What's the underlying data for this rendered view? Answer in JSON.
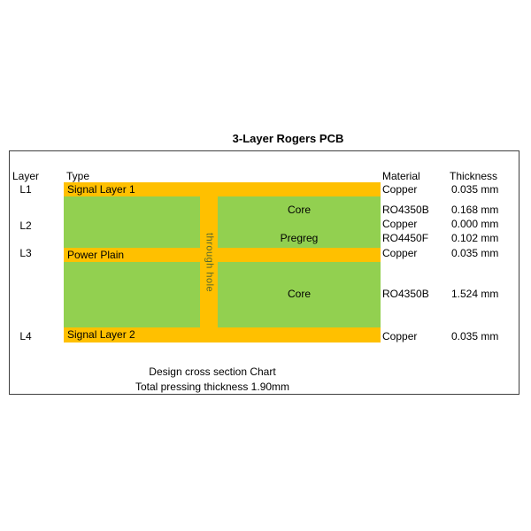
{
  "title": "3-Layer Rogers PCB",
  "headers": {
    "layer": "Layer",
    "type": "Type",
    "material": "Material",
    "thickness": "Thickness"
  },
  "stack": {
    "l1": {
      "layer": "L1",
      "type": "Signal Layer 1",
      "material": "Copper",
      "thickness": "0.035 mm"
    },
    "core_top": {
      "type": "Core",
      "material": "RO4350B",
      "thickness": "0.168 mm"
    },
    "l2": {
      "layer": "L2",
      "material": "Copper",
      "thickness": "0.000 mm"
    },
    "pregreg": {
      "type": "Pregreg",
      "material": "RO4450F",
      "thickness": "0.102 mm"
    },
    "l3": {
      "layer": "L3",
      "type": "Power Plain",
      "material": "Copper",
      "thickness": "0.035 mm"
    },
    "core_main": {
      "type": "Core",
      "material": "RO4350B",
      "thickness": "1.524 mm"
    },
    "l4": {
      "layer": "L4",
      "type": "Signal Layer 2",
      "material": "Copper",
      "thickness": "0.035 mm"
    }
  },
  "through_hole_label": "through hole",
  "captions": {
    "line1": "Design cross section Chart",
    "line2": "Total pressing thickness 1.90mm"
  },
  "colors": {
    "copper_layer_fill": "#FFC000",
    "dielectric_fill": "#92D050"
  }
}
